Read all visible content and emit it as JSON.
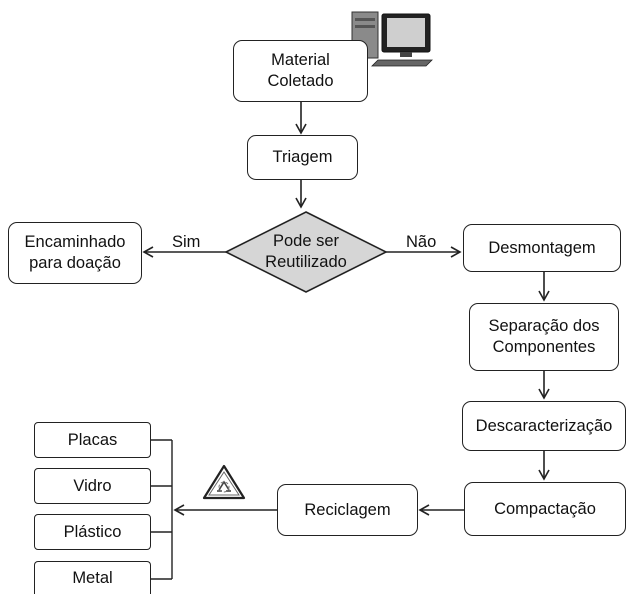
{
  "nodes": {
    "material_coletado": "Material\nColetado",
    "triagem": "Triagem",
    "decision": "Pode ser\nReutilizado",
    "encaminhado": "Encaminhado\npara doação",
    "desmontagem": "Desmontagem",
    "separacao": "Separação dos\nComponentes",
    "descaracterizacao": "Descaracterização",
    "compactacao": "Compactação",
    "reciclagem": "Reciclagem",
    "placas": "Placas",
    "vidro": "Vidro",
    "plastico": "Plástico",
    "metal": "Metal"
  },
  "edges": {
    "sim": "Sim",
    "nao": "Não"
  },
  "icons": {
    "computer": "computer-icon",
    "recycle": "recycle-warning-icon"
  }
}
